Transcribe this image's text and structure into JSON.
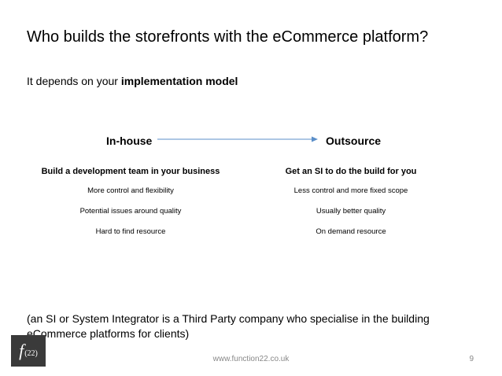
{
  "slide": {
    "title": "Who builds the storefronts with the eCommerce platform?",
    "subtitle_prefix": "It depends on your ",
    "subtitle_bold": "implementation model",
    "arrow_color": "#5b8fc9",
    "columns": [
      {
        "heading": "In-house",
        "lead": "Build a development team in your business",
        "items": [
          "More control and flexibility",
          "Potential issues around quality",
          "Hard to find resource"
        ]
      },
      {
        "heading": "Outsource",
        "lead": "Get an SI to do the build for you",
        "items": [
          "Less control and more fixed scope",
          "Usually better quality",
          "On demand resource"
        ]
      }
    ],
    "note": "(an SI or System Integrator is a Third Party company who specialise in the building eCommerce platforms for clients)",
    "logo": {
      "letter": "f",
      "number": "(22)"
    },
    "footer_url": "www.function22.co.uk",
    "page_number": "9"
  }
}
